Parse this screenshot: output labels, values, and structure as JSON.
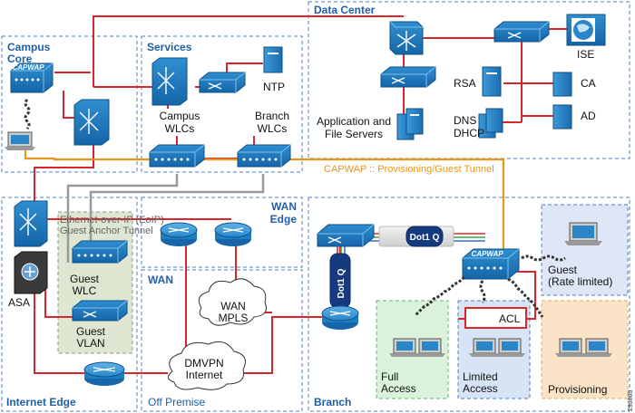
{
  "colors": {
    "device_blue": "#1e7fc0",
    "link_red": "#d9262c",
    "capwap_orange": "#e8951e",
    "eoip_gray": "#9a9a9a",
    "region_border": "#4a7fc0",
    "title_blue": "#1f5fa8",
    "green_zone": "#d9f2d9",
    "blue_zone": "#d6e4f5",
    "orange_zone": "#fbe3c8",
    "guest_zone": "#dfe6f5",
    "eoip_zone": "#dde6d0"
  },
  "regions": {
    "campus_core": "Campus\nCore",
    "services": "Services",
    "data_center": "Data Center",
    "wan_edge": "WAN\nEdge",
    "wan": "WAN",
    "internet_edge": "Internet Edge",
    "off_premise": "Off Premise",
    "branch": "Branch"
  },
  "labels": {
    "ntp": "NTP",
    "campus_wlcs": "Campus\nWLCs",
    "branch_wlcs": "Branch\nWLCs",
    "application_servers": "Application and\nFile Servers",
    "rsa": "RSA",
    "dns_dhcp": "DNS\nDHCP",
    "ise": "ISE",
    "ca": "CA",
    "ad": "AD",
    "capwap_tunnel": "CAPWAP :: Provisioning/Guest Tunnel",
    "eoip_tunnel": "Ethernet-over-IP (EoIP)\nGuest Anchor Tunnel",
    "asa": "ASA",
    "guest_wlc": "Guest\nWLC",
    "guest_vlan": "Guest\nVLAN",
    "wan_mpls": "WAN\nMPLS",
    "dmvpn_internet": "DMVPN\nInternet",
    "dot1q_h": "Dot1 Q",
    "dot1q_v": "Dot1 Q",
    "ap_text": "CAPWAP",
    "acl": "ACL",
    "guest_rate": "Guest\n(Rate limited)",
    "full_access": "Full\nAccess",
    "limited_access": "Limited\nAccess",
    "provisioning": "Provisioning",
    "figure_id": "293083"
  }
}
